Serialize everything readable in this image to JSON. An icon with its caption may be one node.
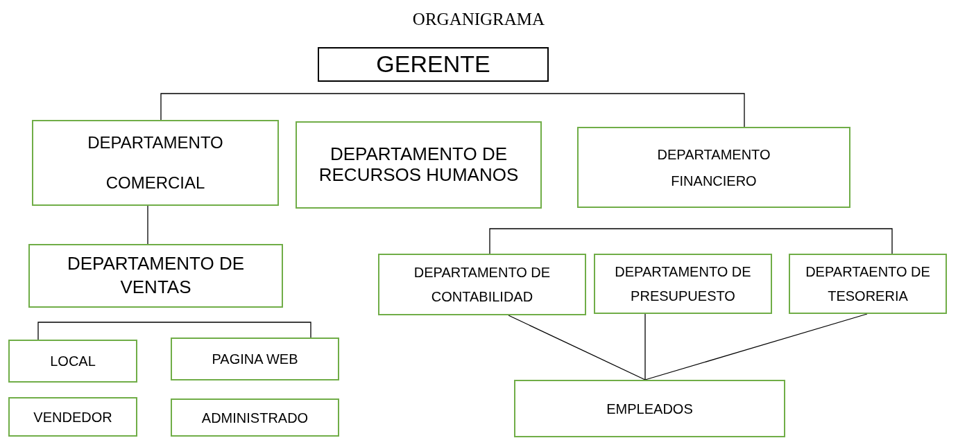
{
  "diagram": {
    "title": "ORGANIGRAMA",
    "nodes": [
      {
        "text": [
          "GERENTE"
        ]
      },
      {
        "text": [
          "DEPARTAMENTO COMERCIAL"
        ]
      },
      {
        "text": [
          "DEPARTAMENTO DE RECURSOS HUMANOS"
        ]
      },
      {
        "text": [
          "DEPARTAMENTO FINANCIERO"
        ]
      },
      {
        "text": [
          "DEPARTAMENTO DE VENTAS"
        ]
      },
      {
        "text": [
          "LOCAL"
        ]
      },
      {
        "text": [
          "PAGINA WEB"
        ]
      },
      {
        "text": [
          "VENDEDOR"
        ]
      },
      {
        "text": [
          "ADMINISTRADO"
        ]
      },
      {
        "text": [
          "DEPARTAMENTO DE CONTABILIDAD"
        ]
      },
      {
        "text": [
          "DEPARTAMENTO DE PRESUPUESTO"
        ]
      },
      {
        "text": [
          "DEPARTAENTO DE TESORERIA"
        ]
      },
      {
        "text": [
          "EMPLEADOS"
        ]
      }
    ],
    "edges": [
      {
        "from": 1,
        "to": 3,
        "arrow": "none"
      },
      {
        "from": 1,
        "to": 4,
        "arrow": "none"
      },
      {
        "from": 5,
        "to": 6,
        "arrow": "none"
      },
      {
        "from": 9,
        "to": 11,
        "arrow": "none"
      },
      {
        "from": 9,
        "to": 12,
        "arrow": "none"
      },
      {
        "from": 10,
        "to": 12,
        "arrow": "none"
      },
      {
        "from": 11,
        "to": 12,
        "arrow": "none"
      }
    ]
  }
}
